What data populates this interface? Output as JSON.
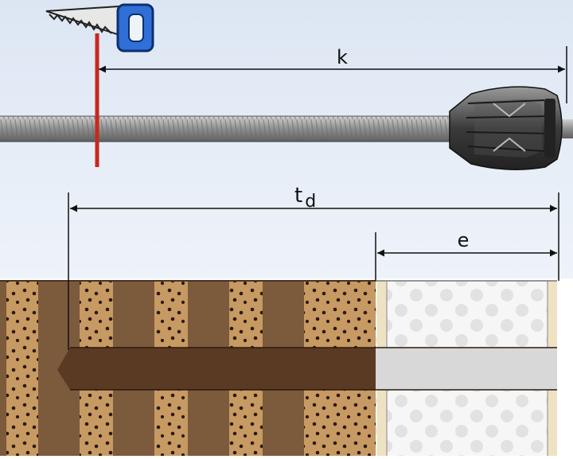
{
  "labels": {
    "k": "k",
    "td_main": "t",
    "td_sub": "d",
    "e": "e"
  },
  "colors": {
    "sky_top": "#dce6f3",
    "sky_bottom": "#eef3fa",
    "masonry": "#c79a63",
    "mortar": "#7c5a3c",
    "insulation": "#f4f4f4",
    "rod": "#9a9a9a",
    "cut_line": "#c8281e",
    "saw_handle": "#2f6fd6",
    "dim_line": "#111111"
  },
  "icons": {
    "tool": "hand-saw-icon",
    "sleeve": "anchor-sleeve-icon"
  }
}
